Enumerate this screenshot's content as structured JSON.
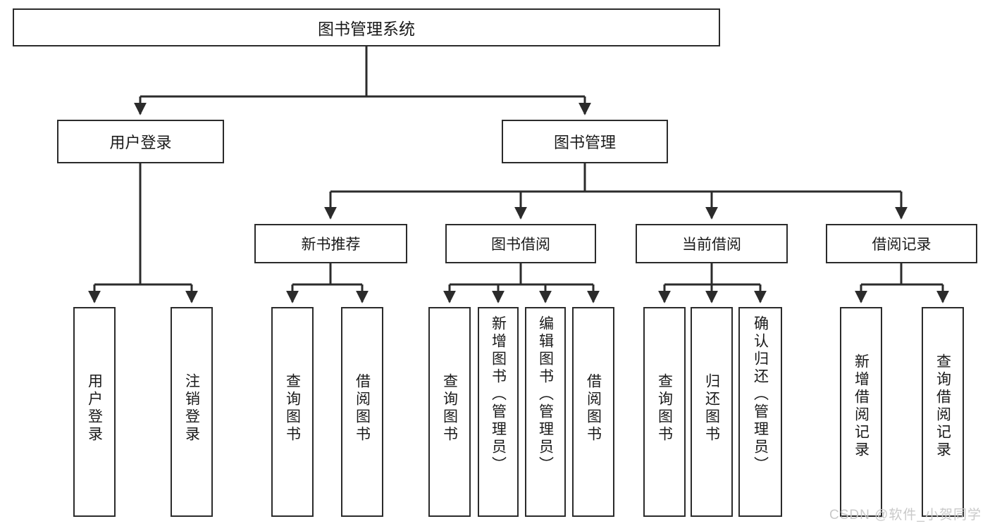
{
  "diagram": {
    "title_node": {
      "label": "图书管理系统"
    },
    "level2": [
      {
        "id": "user-login",
        "label": "用户登录"
      },
      {
        "id": "book-manage",
        "label": "图书管理"
      }
    ],
    "level3": [
      {
        "id": "new-book-recommend",
        "label": "新书推荐"
      },
      {
        "id": "book-borrow",
        "label": "图书借阅"
      },
      {
        "id": "current-borrow",
        "label": "当前借阅"
      },
      {
        "id": "borrow-record",
        "label": "借阅记录"
      }
    ],
    "leaves": [
      {
        "id": "leaf-user-login",
        "label": "用户登录"
      },
      {
        "id": "leaf-logout-login",
        "label": "注销登录"
      },
      {
        "id": "leaf-query-book-1",
        "label": "查询图书"
      },
      {
        "id": "leaf-borrow-book-1",
        "label": "借阅图书"
      },
      {
        "id": "leaf-query-book-2",
        "label": "查询图书"
      },
      {
        "id": "leaf-add-book-admin",
        "label": "新增图书（管理员）"
      },
      {
        "id": "leaf-edit-book-admin",
        "label": "编辑图书（管理员）"
      },
      {
        "id": "leaf-borrow-book-2",
        "label": "借阅图书"
      },
      {
        "id": "leaf-query-book-3",
        "label": "查询图书"
      },
      {
        "id": "leaf-return-book",
        "label": "归还图书"
      },
      {
        "id": "leaf-confirm-return-admin",
        "label": "确认归还（管理员）"
      },
      {
        "id": "leaf-add-borrow-record",
        "label": "新增借阅记录"
      },
      {
        "id": "leaf-query-borrow-record",
        "label": "查询借阅记录"
      }
    ],
    "watermark": "CSDN @软件_小贺同学",
    "colors": {
      "stroke": "#2b2b2b",
      "background": "#ffffff",
      "text": "#1a1a1a",
      "watermark": "#c9c9c9"
    }
  }
}
